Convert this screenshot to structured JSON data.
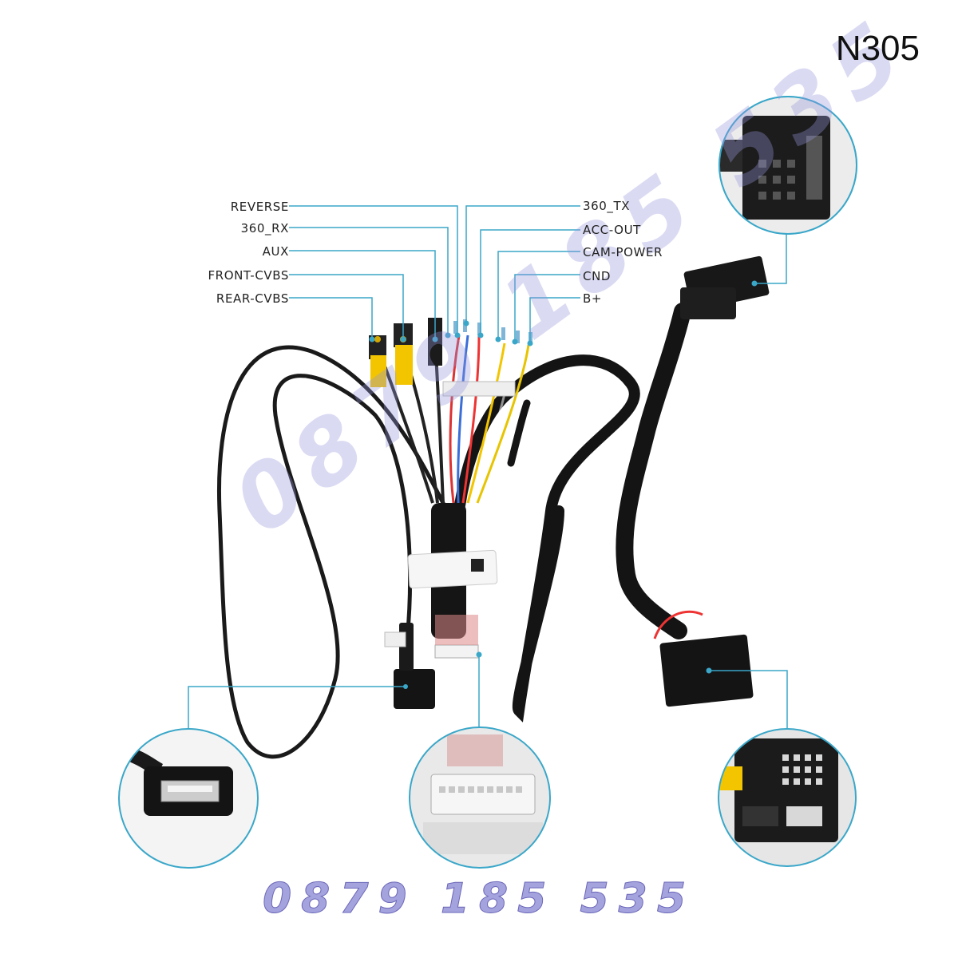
{
  "model": "N305",
  "labels_left": [
    "REVERSE",
    "360_RX",
    "AUX",
    "FRONT-CVBS",
    "REAR-CVBS"
  ],
  "labels_right": [
    "360_TX",
    "ACC-OUT",
    "CAM-POWER",
    "CND",
    "B+"
  ],
  "watermark": "0879 185 535",
  "phone": "0879 185 535",
  "callouts": [
    "usb-port-detail",
    "ribbon-connector-detail",
    "main-harness-plug-detail",
    "top-quadlock-connector-detail"
  ],
  "colors": {
    "leader": "#3aa7c9",
    "cable": "#1a1a1a",
    "rca_yellow": "#f2c500"
  }
}
